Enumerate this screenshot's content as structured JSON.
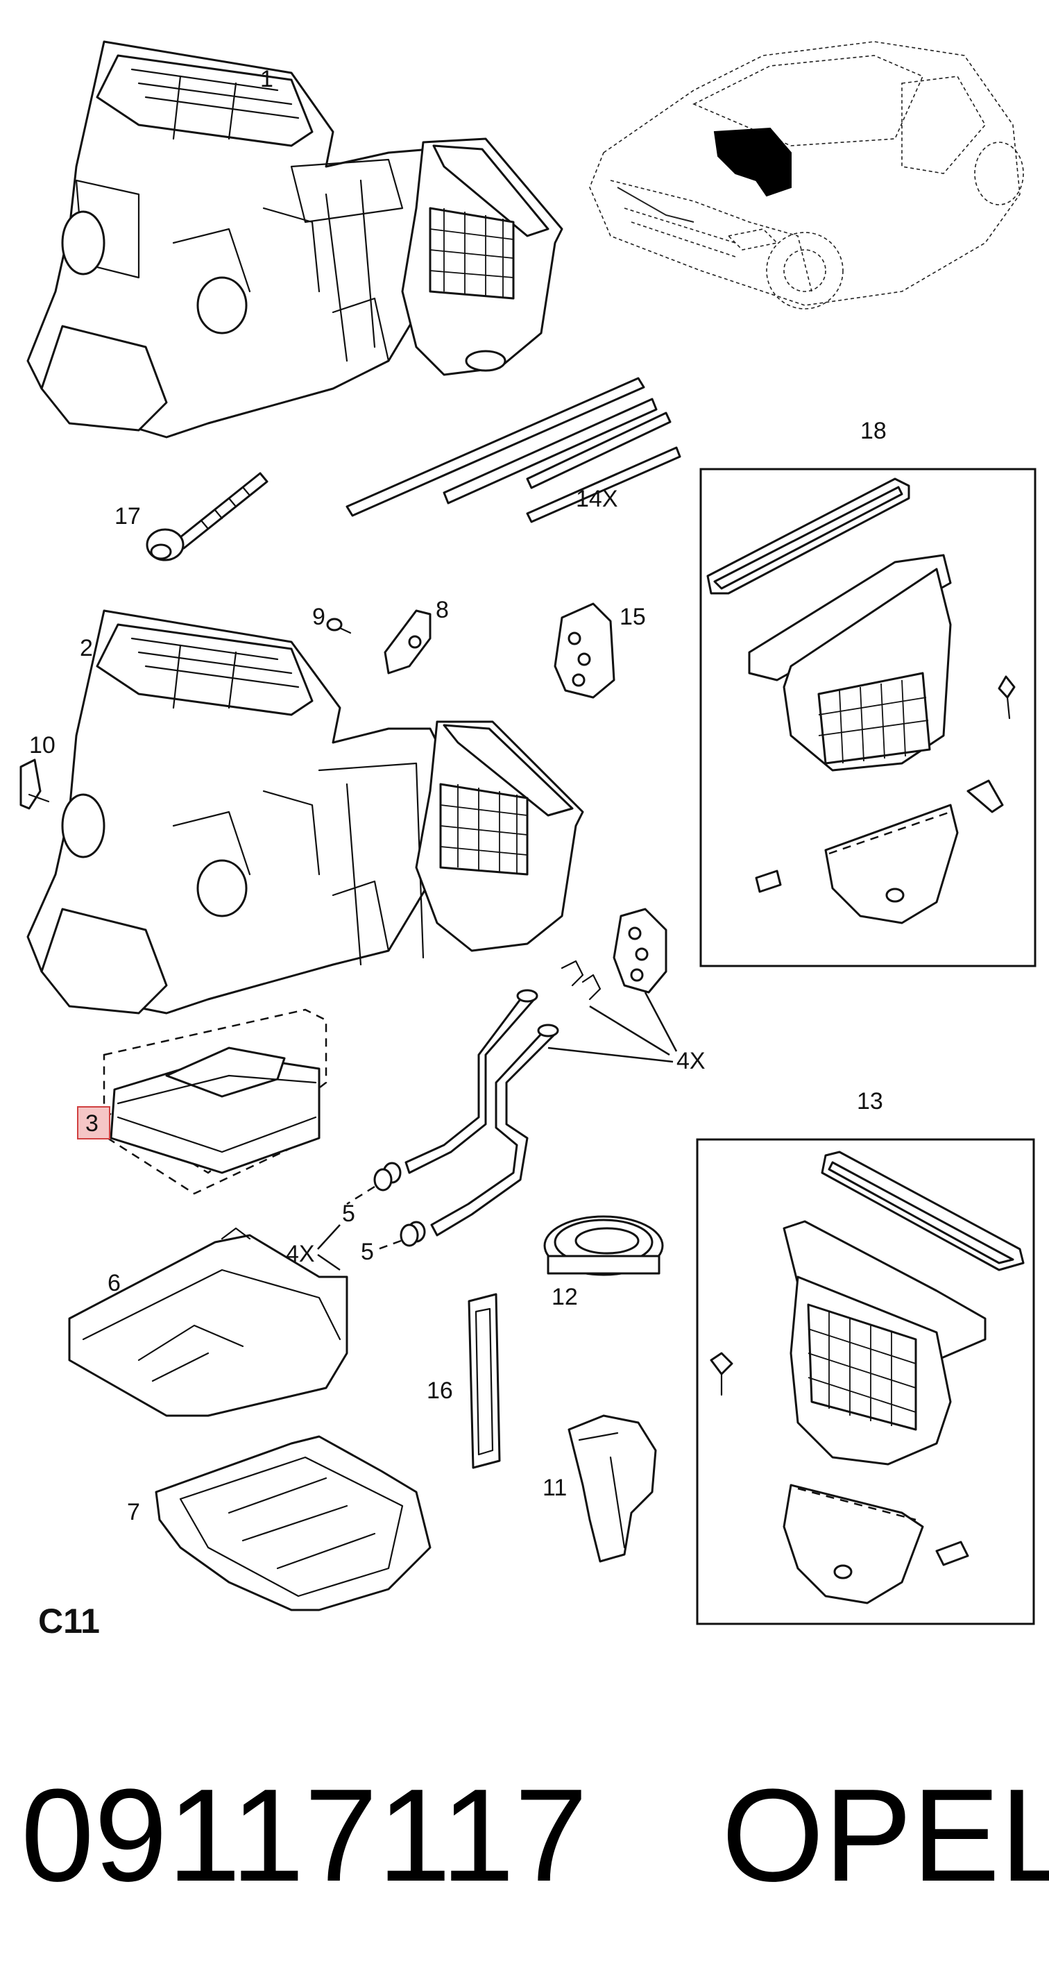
{
  "callouts": {
    "c1": "1",
    "c2": "2",
    "c3": "3",
    "c4x": "4X",
    "c5a": "5",
    "c5b": "5",
    "c6": "6",
    "c7": "7",
    "c8": "8",
    "c9": "9",
    "c10": "10",
    "c11": "11",
    "c12": "12",
    "c13": "13",
    "c14x": "14X",
    "c15": "15",
    "c16": "16",
    "c17": "17",
    "c18": "18",
    "c4x_b": "4X"
  },
  "section_code": "C11",
  "footer": {
    "part_number": "09117117",
    "brand": "OPEL"
  },
  "highlight_color": "#e8a0a0"
}
